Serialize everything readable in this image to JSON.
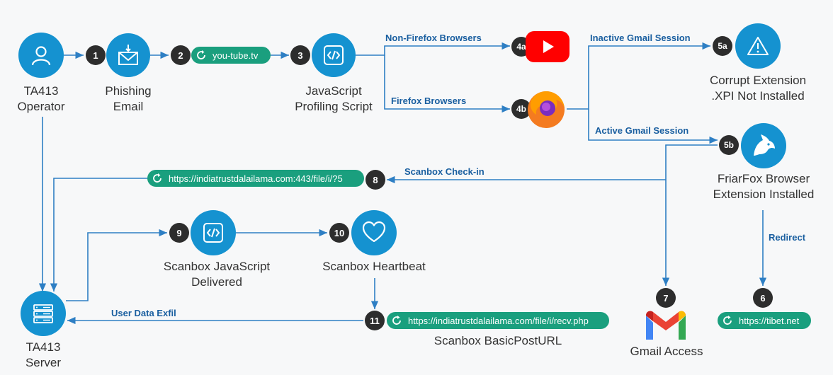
{
  "nodes": {
    "operator": {
      "line1": "TA413",
      "line2": "Operator"
    },
    "phishing": {
      "line1": "Phishing",
      "line2": "Email"
    },
    "profiling": {
      "line1": "JavaScript",
      "line2": "Profiling Script"
    },
    "corrupt": {
      "line1": "Corrupt Extension",
      "line2": ".XPI Not Installed"
    },
    "friarfox": {
      "line1": "FriarFox Browser",
      "line2": "Extension Installed"
    },
    "scanbox_js": {
      "line1": "Scanbox JavaScript",
      "line2": "Delivered"
    },
    "heartbeat": {
      "line1": "Scanbox Heartbeat"
    },
    "server": {
      "line1": "TA413",
      "line2": "Server"
    },
    "gmail": {
      "line1": "Gmail Access"
    },
    "basicpost": {
      "line1": "Scanbox BasicPostURL"
    }
  },
  "urls": {
    "youtube": "you-tube.tv",
    "checkin": "https://indiatrustdalailama.com:443/file/i/?5",
    "recv": "https://indiatrustdalailama.com/file/i/recv.php",
    "tibet": "https://tibet.net"
  },
  "edges": {
    "non_firefox": "Non-Firefox Browsers",
    "firefox": "Firefox Browsers",
    "inactive": "Inactive Gmail Session",
    "active": "Active Gmail Session",
    "checkin": "Scanbox Check-in",
    "redirect": "Redirect",
    "exfil": "User Data Exfil"
  },
  "steps": {
    "s1": "1",
    "s2": "2",
    "s3": "3",
    "s4a": "4a",
    "s4b": "4b",
    "s5a": "5a",
    "s5b": "5b",
    "s6": "6",
    "s7": "7",
    "s8": "8",
    "s9": "9",
    "s10": "10",
    "s11": "11"
  },
  "icons": {
    "operator": "user-icon",
    "phishing": "envelope-hook-icon",
    "profiling": "code-icon",
    "youtube": "youtube-icon",
    "firefox": "firefox-icon",
    "corrupt": "warning-icon",
    "friarfox": "friarfox-icon",
    "scanbox_js": "code-icon",
    "heartbeat": "heart-icon",
    "server": "server-icon",
    "gmail": "gmail-icon",
    "refresh": "refresh-icon"
  },
  "colors": {
    "accent": "#1592d0",
    "line": "#2e7fc4",
    "pill": "#1a9f7e",
    "badge": "#2d2d2d",
    "label": "#1a5fa0"
  }
}
